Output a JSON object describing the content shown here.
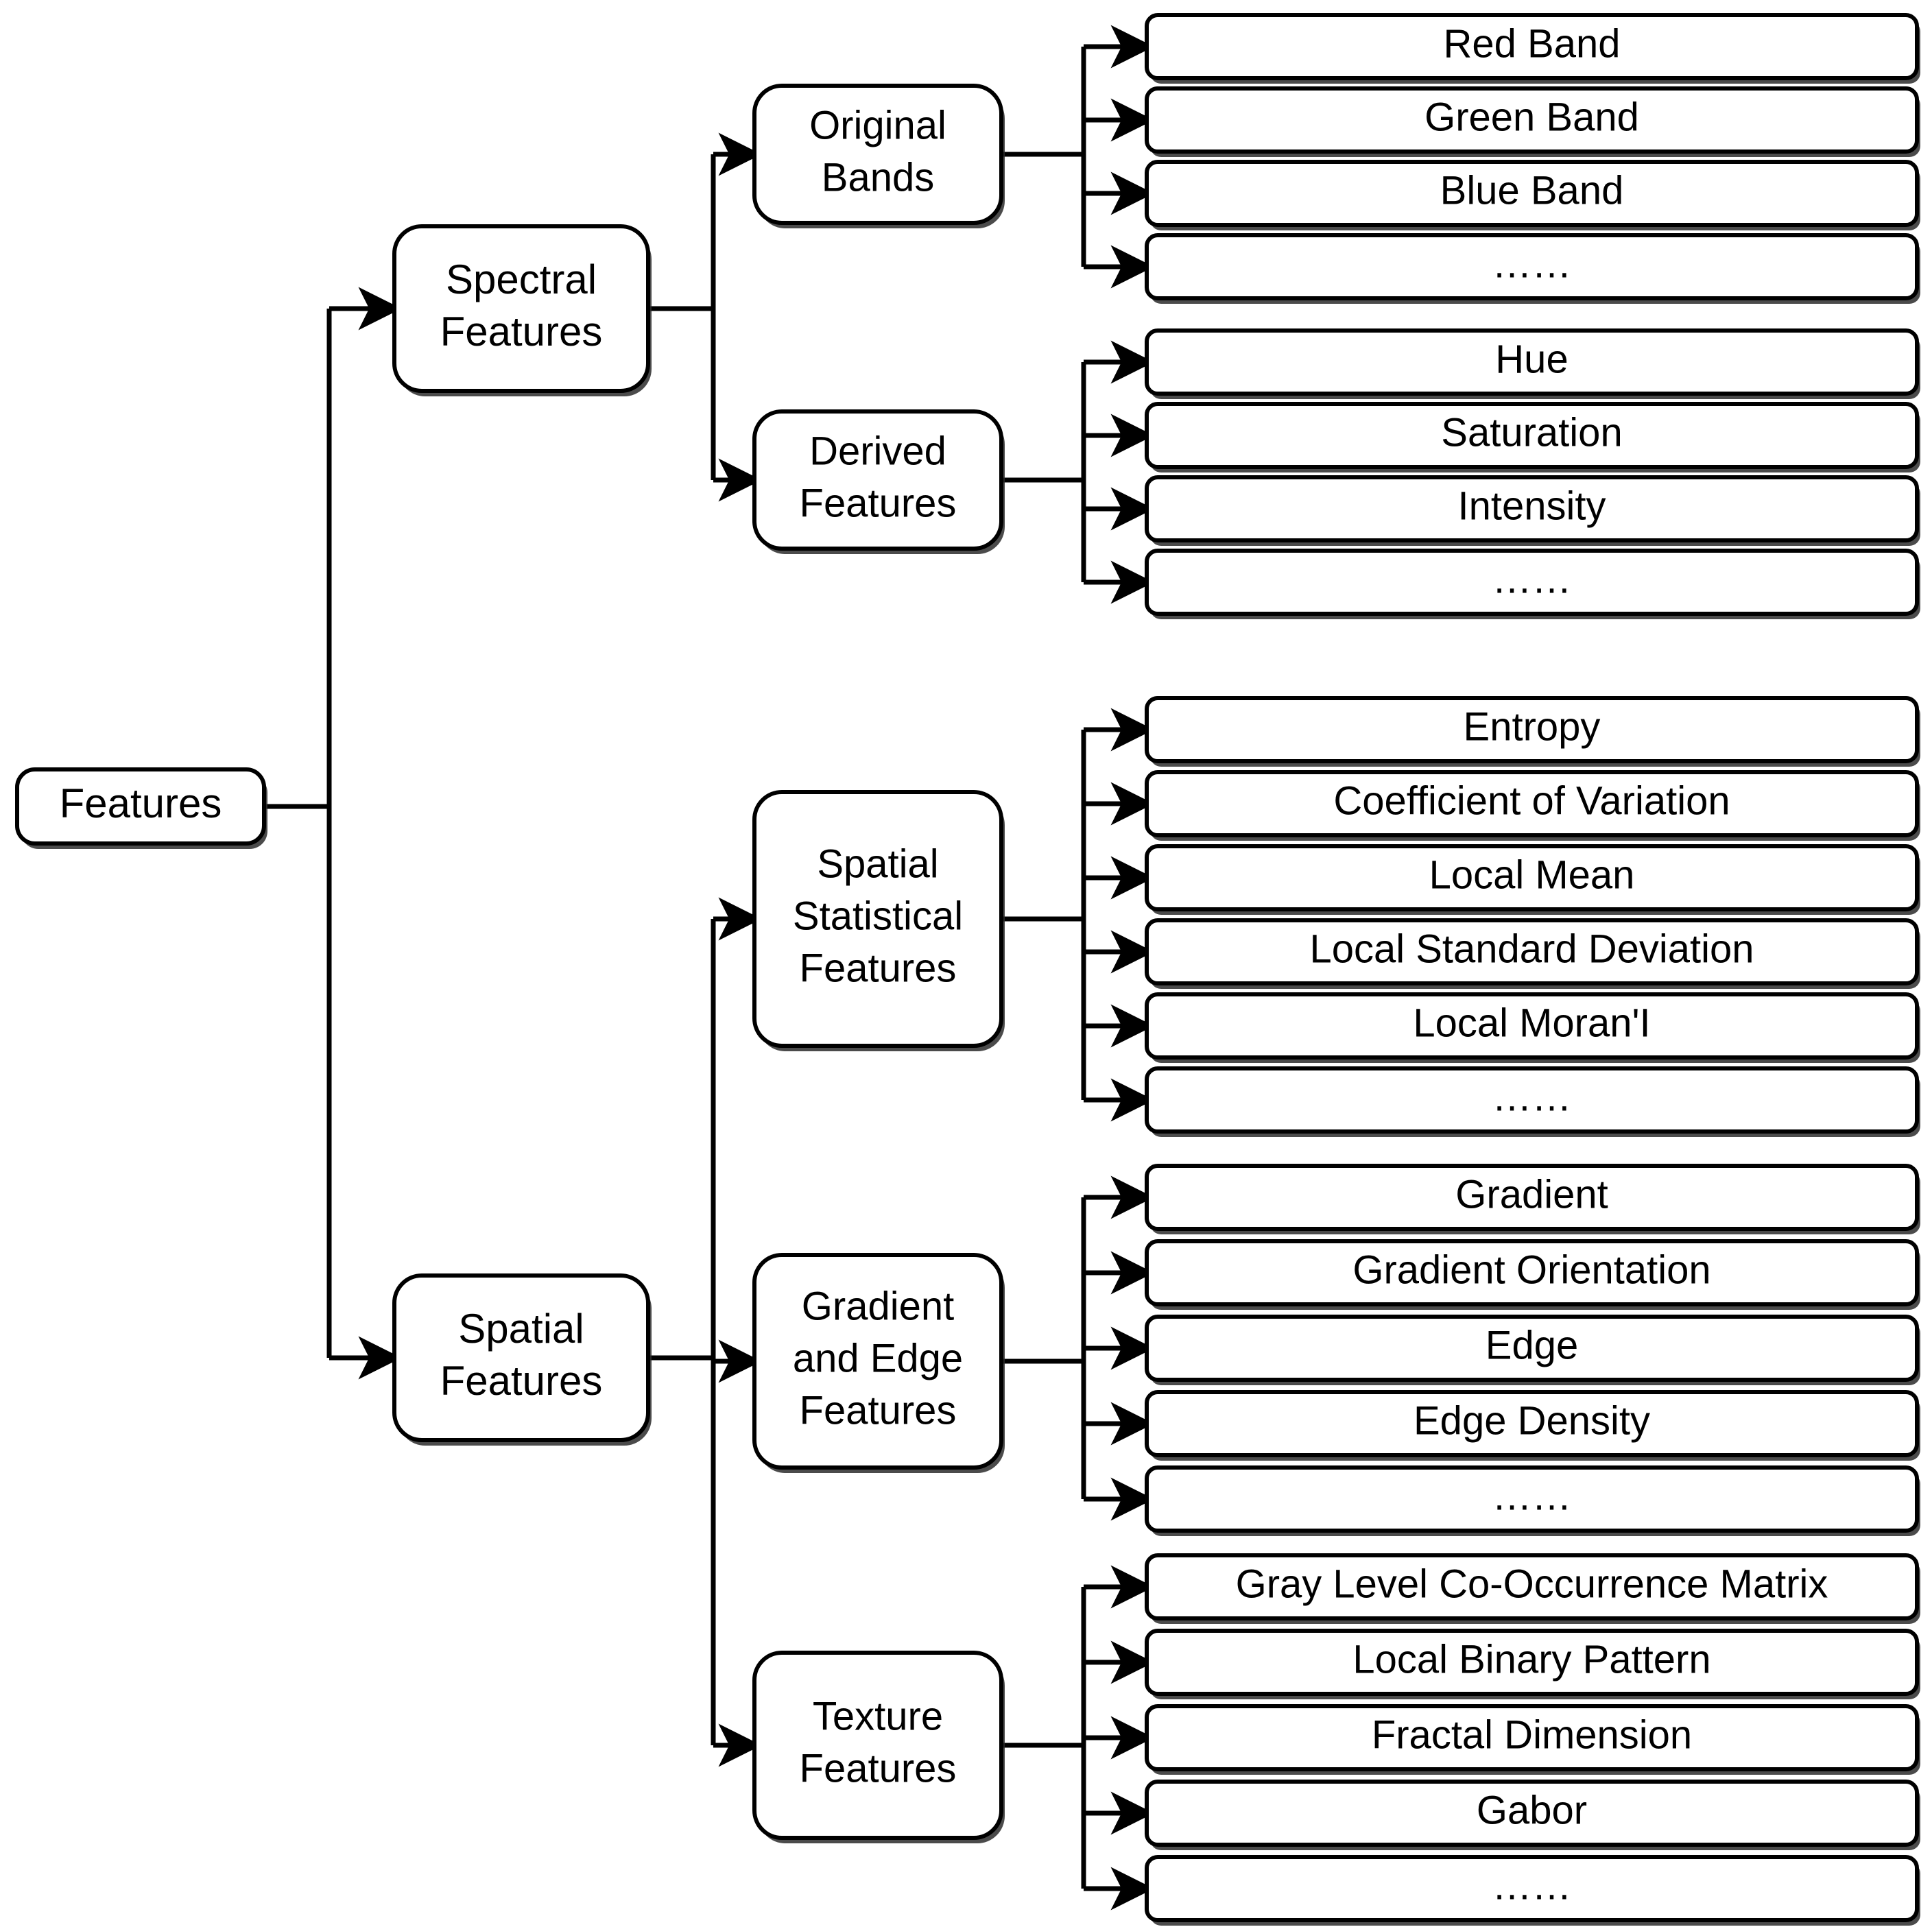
{
  "diagram": {
    "type": "hierarchy-tree",
    "orientation": "left-to-right",
    "title_visible": false,
    "style": {
      "box_fill": "#ffffff",
      "box_stroke": "#000000",
      "text_color": "#000000",
      "background": "#ffffff",
      "shadow_color": "#2b2b2b",
      "arrowhead": "solid-triangle"
    },
    "root": {
      "label": "Features"
    },
    "level1": [
      {
        "label": "Spectral Features",
        "line1": "Spectral",
        "line2": "Features"
      },
      {
        "label": "Spatial Features",
        "line1": "Spatial",
        "line2": "Features"
      }
    ],
    "level2": [
      {
        "parent": "Spectral Features",
        "label": "Original Bands",
        "lines": [
          "Original",
          "Bands"
        ]
      },
      {
        "parent": "Spectral Features",
        "label": "Derived Features",
        "lines": [
          "Derived",
          "Features"
        ]
      },
      {
        "parent": "Spatial Features",
        "label": "Spatial Statistical Features",
        "lines": [
          "Spatial",
          "Statistical",
          "Features"
        ]
      },
      {
        "parent": "Spatial Features",
        "label": "Gradient and Edge Features",
        "lines": [
          "Gradient",
          "and Edge",
          "Features"
        ]
      },
      {
        "parent": "Spatial Features",
        "label": "Texture Features",
        "lines": [
          "Texture",
          "Features"
        ]
      }
    ],
    "groups": [
      {
        "parent": "Original Bands",
        "leaves": [
          "Red Band",
          "Green Band",
          "Blue Band",
          "……"
        ]
      },
      {
        "parent": "Derived Features",
        "leaves": [
          "Hue",
          "Saturation",
          "Intensity",
          "……"
        ]
      },
      {
        "parent": "Spatial Statistical Features",
        "leaves": [
          "Entropy",
          "Coefficient of Variation",
          "Local Mean",
          "Local Standard Deviation",
          "Local Moran'I",
          "……"
        ]
      },
      {
        "parent": "Gradient and Edge Features",
        "leaves": [
          "Gradient",
          "Gradient Orientation",
          "Edge",
          "Edge Density",
          "……"
        ]
      },
      {
        "parent": "Texture Features",
        "leaves": [
          "Gray Level Co-Occurrence Matrix",
          "Local Binary Pattern",
          "Fractal Dimension",
          "Gabor",
          "……"
        ]
      }
    ]
  }
}
